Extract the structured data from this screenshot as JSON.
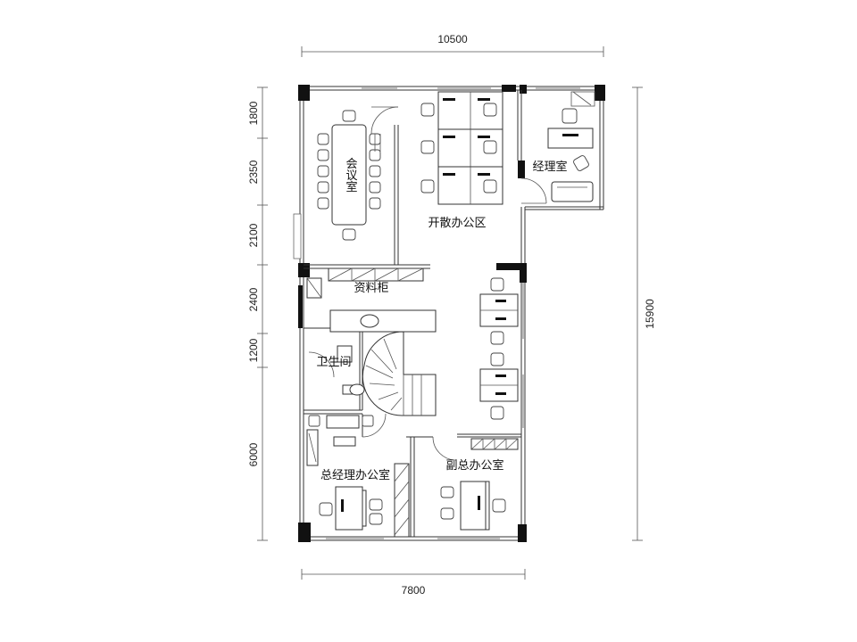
{
  "dimensions": {
    "top_width": "10500",
    "bottom_width": "7800",
    "right_height": "15900",
    "left_segments": [
      "1800",
      "2350",
      "2100",
      "2400",
      "1200",
      "6000"
    ]
  },
  "rooms": {
    "meeting_room": "会议室",
    "open_office": "开散办公区",
    "manager_office": "经理室",
    "file_cabinet": "资料柜",
    "restroom": "卫生间",
    "general_manager_office": "总经理办公室",
    "deputy_office": "副总办公室"
  }
}
